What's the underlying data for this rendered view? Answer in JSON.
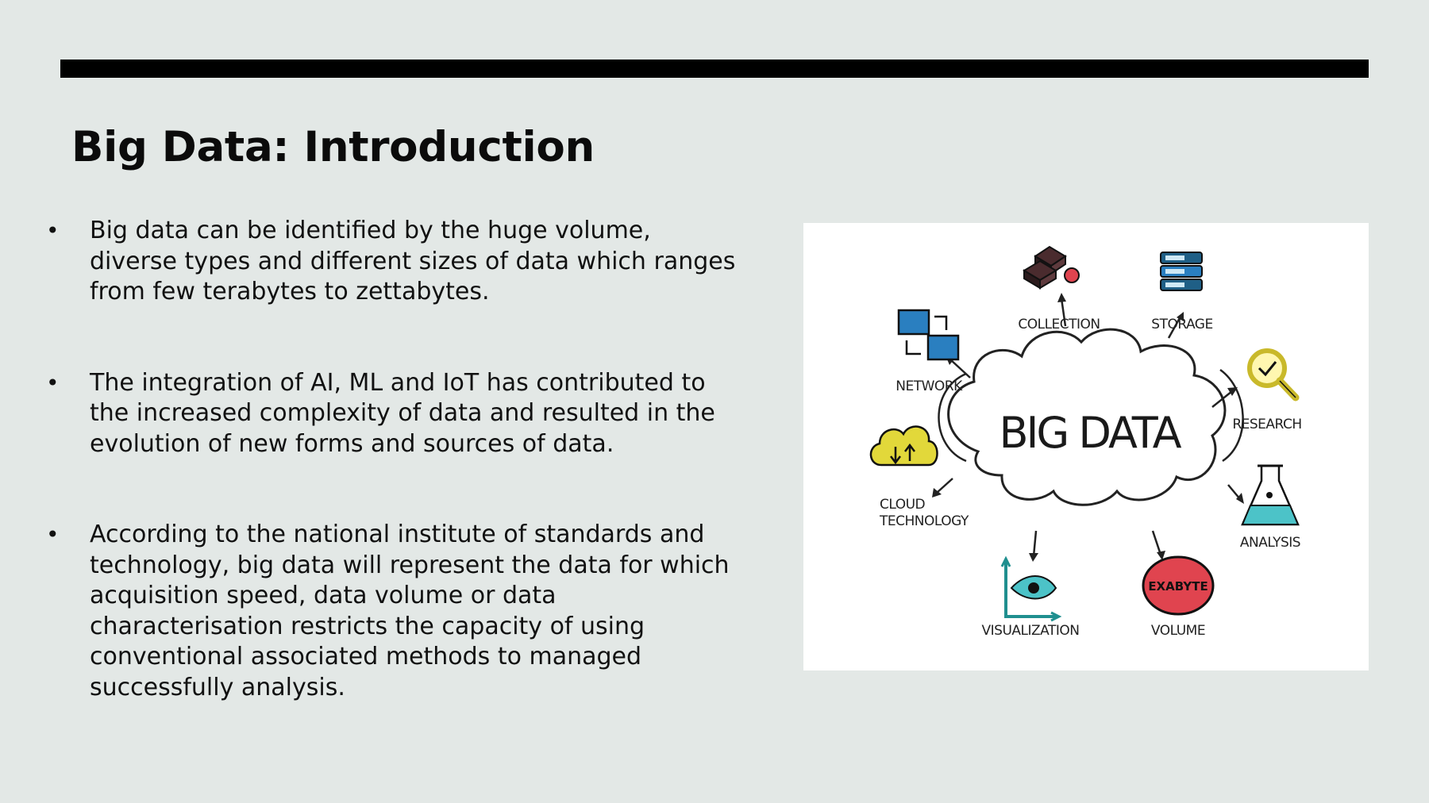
{
  "slide": {
    "title": "Big Data: Introduction",
    "bullets": [
      "Big data can be identified by the huge volume, diverse types and different sizes of data which ranges from few terabytes to zettabytes.",
      "The integration of AI, ML and IoT has contributed to the increased complexity of data and resulted in the evolution of new forms and sources of data.",
      "According to the national institute of standards and technology, big data will represent the data for which acquisition speed, data volume or data characterisation restricts the capacity of using conventional associated methods to managed successfully analysis."
    ],
    "bullet_symbol": "•"
  },
  "figure": {
    "center_label": "BIG DATA",
    "labels": {
      "collection": "COLLECTION",
      "storage": "STORAGE",
      "network": "NETWORK",
      "research": "RESEARCH",
      "cloud_line1": "CLOUD",
      "cloud_line2": "TECHNOLOGY",
      "analysis": "ANALYSIS",
      "visualization": "VISUALIZATION",
      "volume": "VOLUME",
      "volume_badge": "EXABYTE"
    },
    "icons": [
      "collection-icon",
      "storage-icon",
      "network-icon",
      "research-icon",
      "cloud-icon",
      "analysis-icon",
      "visualization-icon",
      "volume-icon"
    ],
    "colors": {
      "blue": "#2a7fc0",
      "yellow": "#e2d83a",
      "teal": "#4cc3c8",
      "red": "#e0444f",
      "dark": "#3a2426"
    }
  }
}
